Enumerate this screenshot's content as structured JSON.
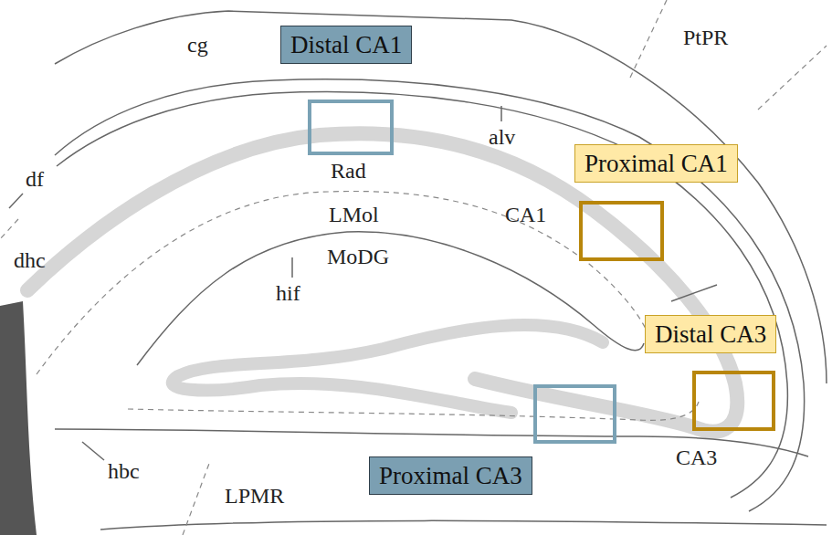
{
  "diagram": {
    "nodes": [
      {
        "text": [
          "Distal CA1"
        ]
      },
      {
        "text": [
          "Proximal CA1"
        ]
      },
      {
        "text": [
          "Distal CA3"
        ]
      },
      {
        "text": [
          "Proximal CA3"
        ]
      }
    ],
    "labels": [
      "cg",
      "PtPR",
      "alv",
      "df",
      "dhc",
      "Rad",
      "LMol",
      "CA1",
      "MoDG",
      "hif",
      "CA3",
      "hbc",
      "LPMR"
    ]
  }
}
